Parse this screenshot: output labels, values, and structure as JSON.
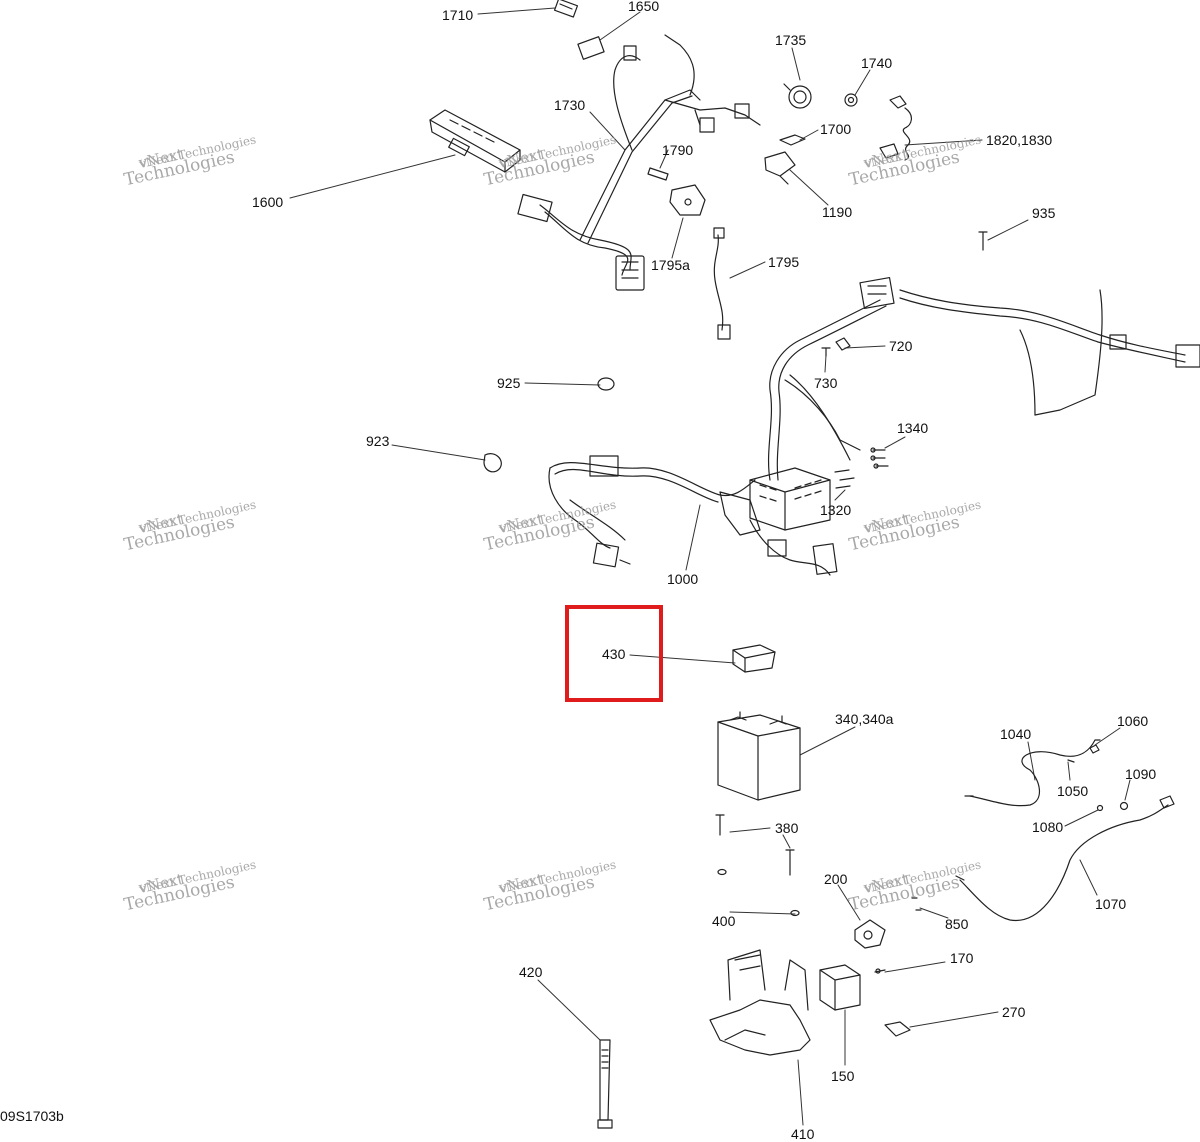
{
  "figure_id": "09S1703b",
  "highlight_color": "#e01b1b",
  "watermark": {
    "line1": "vNext",
    "line2": "Technologies",
    "line3": "vNext Technologies"
  },
  "callouts": {
    "c1710": "1710",
    "c1650": "1650",
    "c1735": "1735",
    "c1740": "1740",
    "c1730": "1730",
    "c1700": "1700",
    "c1820": "1820,1830",
    "c1790": "1790",
    "c1600": "1600",
    "c1190": "1190",
    "c935": "935",
    "c1795a": "1795a",
    "c1795": "1795",
    "c720": "720",
    "c730": "730",
    "c925": "925",
    "c923": "923",
    "c1340": "1340",
    "c1320": "1320",
    "c1000": "1000",
    "c430": "430",
    "c340": "340,340a",
    "c1040": "1040",
    "c1060": "1060",
    "c1050": "1050",
    "c1090": "1090",
    "c1080": "1080",
    "c380": "380",
    "c200": "200",
    "c1070": "1070",
    "c400": "400",
    "c850": "850",
    "c420": "420",
    "c170": "170",
    "c270": "270",
    "c150": "150",
    "c410": "410"
  }
}
